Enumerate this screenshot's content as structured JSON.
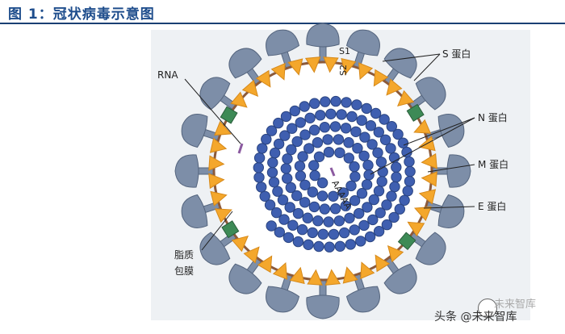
{
  "figure": {
    "title": "图 1：冠状病毒示意图"
  },
  "labels": {
    "s1": "S1",
    "s2": "S2",
    "rna": "RNA",
    "s_protein": "S 蛋白",
    "n_protein": "N 蛋白",
    "m_protein": "M 蛋白",
    "e_protein": "E  蛋白",
    "envelope_line1": "脂质",
    "envelope_line2": "包膜",
    "poly_a": "AAAAA"
  },
  "watermark": {
    "text": "头条 @未来智库",
    "faded": "未来智库"
  },
  "colors": {
    "spike": "#7d8ea8",
    "spike_edge": "#55657e",
    "membrane_triangle": "#f4a72c",
    "e_protein": "#3d8a56",
    "nucleocapsid": "#3f5fb0",
    "envelope_line": "#8c5a3a",
    "rna_end": "#8b5aa0"
  }
}
